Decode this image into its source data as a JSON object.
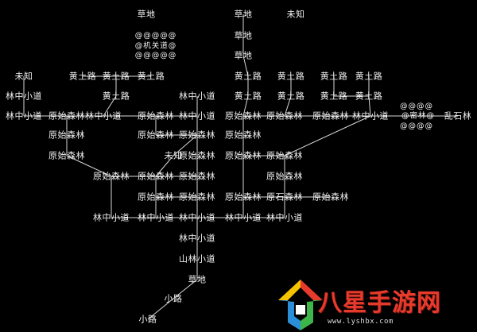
{
  "nodes": [
    {
      "id": "n1",
      "label": "草地"
    },
    {
      "id": "n2",
      "label": "@@@@@"
    },
    {
      "id": "n3",
      "label": "@机关道@"
    },
    {
      "id": "n4",
      "label": "@@@@@"
    },
    {
      "id": "n5",
      "label": "草地"
    },
    {
      "id": "n6",
      "label": "草地"
    },
    {
      "id": "n7",
      "label": "草地"
    },
    {
      "id": "n8",
      "label": "未知"
    },
    {
      "id": "n9",
      "label": "未知"
    },
    {
      "id": "n10",
      "label": "黄土路"
    },
    {
      "id": "n11",
      "label": "黄土路"
    },
    {
      "id": "n12",
      "label": "黄土路"
    },
    {
      "id": "n13",
      "label": "黄土路"
    },
    {
      "id": "n14",
      "label": "黄土路"
    },
    {
      "id": "n15",
      "label": "黄土路"
    },
    {
      "id": "n16",
      "label": "黄土路"
    },
    {
      "id": "n17",
      "label": "林中小道"
    },
    {
      "id": "n18",
      "label": "黄土路"
    },
    {
      "id": "n19",
      "label": "林中小道"
    },
    {
      "id": "n20",
      "label": "黄土路"
    },
    {
      "id": "n21",
      "label": "黄土路"
    },
    {
      "id": "n22",
      "label": "黄土路"
    },
    {
      "id": "n23",
      "label": "黄土路"
    },
    {
      "id": "n24",
      "label": "@@@@"
    },
    {
      "id": "n25",
      "label": "林中小道"
    },
    {
      "id": "n26",
      "label": "原始森林"
    },
    {
      "id": "n27",
      "label": "林中小道"
    },
    {
      "id": "n28",
      "label": "林中小道"
    },
    {
      "id": "n29",
      "label": "原始森林"
    },
    {
      "id": "n30",
      "label": "原始森林"
    },
    {
      "id": "n31",
      "label": "原始森林"
    },
    {
      "id": "n32",
      "label": "原始森林"
    },
    {
      "id": "n33",
      "label": "@密林@"
    },
    {
      "id": "n34",
      "label": "乱石林"
    },
    {
      "id": "n35",
      "label": "@@@@"
    },
    {
      "id": "n36",
      "label": "原始森林"
    },
    {
      "id": "n37",
      "label": "原始森林"
    },
    {
      "id": "n38",
      "label": "原始森林"
    },
    {
      "id": "n39",
      "label": "原始森林"
    },
    {
      "id": "n40",
      "label": "原始森林"
    },
    {
      "id": "n41",
      "label": "原始森林"
    },
    {
      "id": "n42",
      "label": "未知"
    },
    {
      "id": "n43",
      "label": "原始森林"
    },
    {
      "id": "n44",
      "label": "原始森林"
    },
    {
      "id": "n45",
      "label": "原始森林"
    },
    {
      "id": "n46",
      "label": "原始森林"
    },
    {
      "id": "n47",
      "label": "原始森林"
    },
    {
      "id": "n48",
      "label": "原始森林"
    },
    {
      "id": "n49",
      "label": "原始森林"
    },
    {
      "id": "n50",
      "label": "原始森林"
    },
    {
      "id": "n51",
      "label": "原始森林"
    },
    {
      "id": "n52",
      "label": "原石森林"
    },
    {
      "id": "n53",
      "label": "原始森林"
    },
    {
      "id": "n54",
      "label": "林中小道"
    },
    {
      "id": "n55",
      "label": "林中小道"
    },
    {
      "id": "n56",
      "label": "林中小道"
    },
    {
      "id": "n57",
      "label": "林中小道"
    },
    {
      "id": "n58",
      "label": "林中小道"
    },
    {
      "id": "n59",
      "label": "林中小道"
    },
    {
      "id": "n60",
      "label": "林中小道"
    },
    {
      "id": "n61",
      "label": "山林小道"
    },
    {
      "id": "n62",
      "label": "草地"
    },
    {
      "id": "n63",
      "label": "小路"
    },
    {
      "id": "n64",
      "label": "小路"
    }
  ],
  "edges": [
    [
      "n5",
      "n6"
    ],
    [
      "n6",
      "n7"
    ],
    [
      "n7",
      "n18"
    ],
    [
      "n18",
      "n20"
    ],
    [
      "n10",
      "n11"
    ],
    [
      "n11",
      "n14"
    ],
    [
      "n12",
      "n14"
    ],
    [
      "n14",
      "n26"
    ],
    [
      "n8",
      "n17"
    ],
    [
      "n17",
      "n25"
    ],
    [
      "n25",
      "n26"
    ],
    [
      "n26",
      "n27"
    ],
    [
      "n25",
      "n36"
    ],
    [
      "n36",
      "n43"
    ],
    [
      "n27",
      "n28"
    ],
    [
      "n28",
      "n29"
    ],
    [
      "n27",
      "n29"
    ],
    [
      "n28",
      "n30"
    ],
    [
      "n29",
      "n30"
    ],
    [
      "n20",
      "n31"
    ],
    [
      "n31",
      "n32"
    ],
    [
      "n31",
      "n38"
    ],
    [
      "n19",
      "n28"
    ],
    [
      "n29",
      "n37"
    ],
    [
      "n30",
      "n37"
    ],
    [
      "n37",
      "n42"
    ],
    [
      "n21",
      "n23"
    ],
    [
      "n23",
      "n32"
    ],
    [
      "n22",
      "n23"
    ],
    [
      "n15",
      "n16"
    ],
    [
      "n15",
      "n19b"
    ],
    [
      "n16",
      "n19b"
    ],
    [
      "n21",
      "n22"
    ],
    [
      "n32",
      "n39"
    ],
    [
      "n38",
      "n39"
    ],
    [
      "n38",
      "n45"
    ],
    [
      "n39",
      "n46"
    ],
    [
      "n46",
      "n53"
    ],
    [
      "n43",
      "n44"
    ],
    [
      "n44",
      "n48"
    ],
    [
      "n48",
      "n49"
    ],
    [
      "n49",
      "n54"
    ],
    [
      "n49",
      "n50"
    ],
    [
      "n50",
      "n56"
    ],
    [
      "n44",
      "n45"
    ],
    [
      "n45",
      "n50"
    ],
    [
      "n42",
      "n45"
    ],
    [
      "n46",
      "n52"
    ],
    [
      "n52",
      "n53"
    ],
    [
      "n52",
      "n57"
    ],
    [
      "n23",
      "n34"
    ],
    [
      "n34",
      "n40"
    ],
    [
      "n40",
      "n41"
    ],
    [
      "n41",
      "n35"
    ],
    [
      "n40",
      "n47"
    ],
    [
      "n47",
      "n53"
    ],
    [
      "n54",
      "n55"
    ],
    [
      "n55",
      "n56"
    ],
    [
      "n56",
      "n57"
    ],
    [
      "n57",
      "n58"
    ],
    [
      "n58",
      "n59"
    ],
    [
      "n56",
      "n60"
    ],
    [
      "n60",
      "n61"
    ],
    [
      "n61",
      "n62"
    ],
    [
      "n62",
      "n63"
    ],
    [
      "n63",
      "n64"
    ],
    [
      "n51",
      "n57"
    ],
    [
      "n51",
      "n52"
    ]
  ],
  "watermark": {
    "title": "八星手游网",
    "url": "www.lyshbx.com",
    "colors": {
      "red": "#e63a2c",
      "yellow": "#f5c400",
      "blue": "#2a8fd8",
      "green": "#3db54a"
    }
  }
}
